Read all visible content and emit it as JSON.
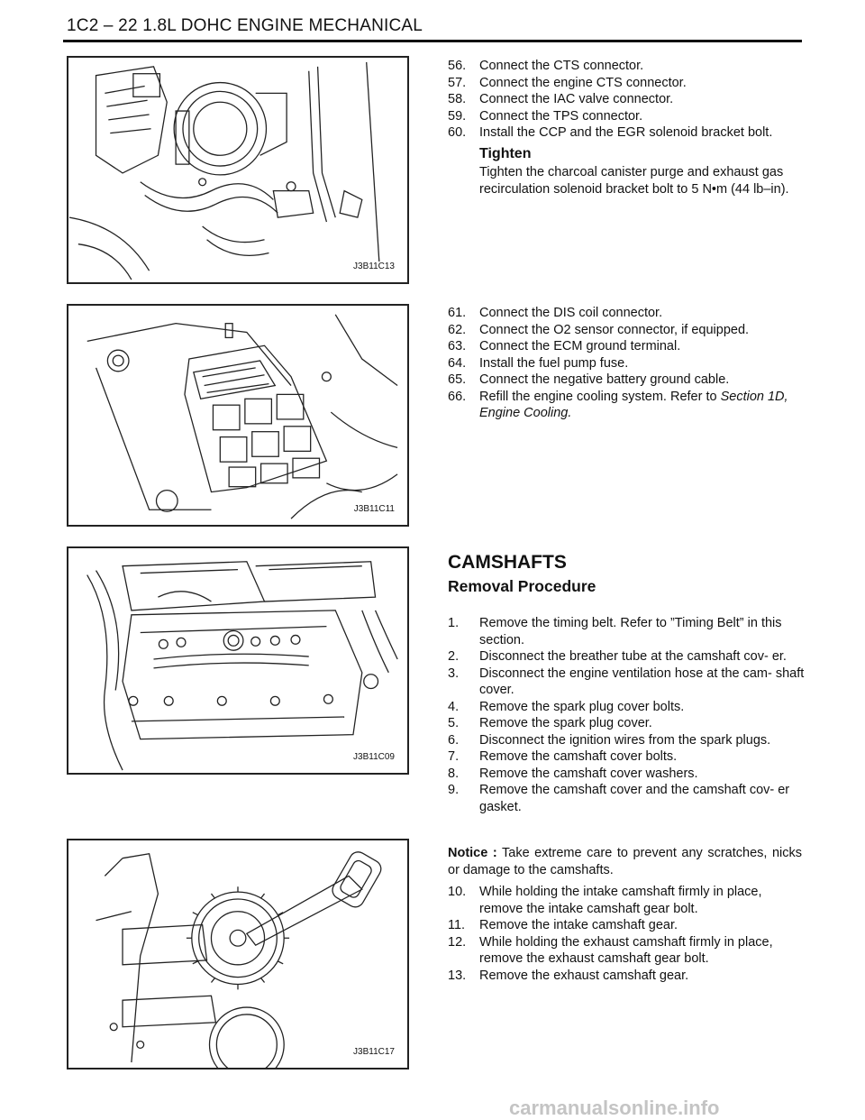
{
  "header": {
    "title": "1C2 – 22 1.8L DOHC ENGINE MECHANICAL"
  },
  "figures": [
    {
      "label": "J3B11C13"
    },
    {
      "label": "J3B11C11"
    },
    {
      "label": "J3B11C09"
    },
    {
      "label": "J3B11C17"
    }
  ],
  "block1": {
    "steps": [
      {
        "num": "56.",
        "text": "Connect the CTS connector."
      },
      {
        "num": "57.",
        "text": "Connect the engine CTS connector."
      },
      {
        "num": "58.",
        "text": "Connect the IAC valve connector."
      },
      {
        "num": "59.",
        "text": "Connect the TPS connector."
      },
      {
        "num": "60.",
        "text": "Install the CCP and the EGR solenoid bracket bolt."
      }
    ],
    "tighten_heading": "Tighten",
    "tighten_text": "Tighten the charcoal canister purge and exhaust gas recirculation solenoid bracket bolt to 5 N•m (44 lb–in)."
  },
  "block2": {
    "steps": [
      {
        "num": "61.",
        "text": "Connect the DIS coil connector."
      },
      {
        "num": "62.",
        "text": "Connect the O2 sensor connector, if equipped."
      },
      {
        "num": "63.",
        "text": "Connect the ECM ground terminal."
      },
      {
        "num": "64.",
        "text": "Install the fuel pump fuse."
      },
      {
        "num": "65.",
        "text": "Connect the negative battery ground cable."
      }
    ],
    "step66": {
      "num": "66.",
      "text": "Refill the engine cooling system. Refer to ",
      "ref": "Section 1D, Engine Cooling."
    }
  },
  "camshafts": {
    "title": "CAMSHAFTS",
    "subtitle": "Removal Procedure",
    "steps": [
      {
        "num": "1.",
        "text": "Remove the timing belt. Refer to ”Timing Belt” in this section."
      },
      {
        "num": "2.",
        "text": "Disconnect the breather tube at the camshaft cov- er."
      },
      {
        "num": "3.",
        "text": "Disconnect the engine ventilation hose at the cam- shaft cover."
      },
      {
        "num": "4.",
        "text": "Remove the spark plug cover bolts."
      },
      {
        "num": "5.",
        "text": "Remove the spark plug cover."
      },
      {
        "num": "6.",
        "text": "Disconnect the ignition wires from the spark plugs."
      },
      {
        "num": "7.",
        "text": "Remove the camshaft cover bolts."
      },
      {
        "num": "8.",
        "text": "Remove the camshaft cover washers."
      },
      {
        "num": "9.",
        "text": "Remove the camshaft cover and the camshaft cov- er gasket."
      }
    ],
    "notice_label": "Notice :",
    "notice_text": "Take extreme care to prevent any scratches, nicks or damage to the camshafts.",
    "steps2": [
      {
        "num": "10.",
        "text": "While holding the intake camshaft firmly in place, remove the intake camshaft gear bolt."
      },
      {
        "num": "11.",
        "text": "Remove the intake camshaft gear."
      },
      {
        "num": "12.",
        "text": "While holding the exhaust camshaft firmly in place, remove the exhaust camshaft gear bolt."
      },
      {
        "num": "13.",
        "text": "Remove the exhaust camshaft gear."
      }
    ]
  },
  "watermark": "carmanualsonline.info"
}
